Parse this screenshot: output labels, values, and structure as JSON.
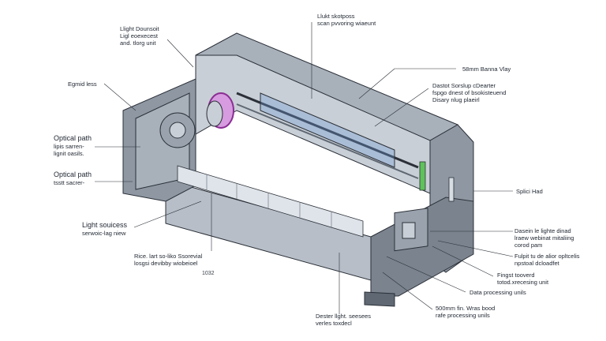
{
  "labels": {
    "l1": "Llight Dounsoit\nLigl eoexecest\nand. tlorg unit",
    "l2": "Llukt skotposs\nscan pvvoring wiaeunt",
    "l3": "Egmid less",
    "l4": "Optical path",
    "l4b": "lipis sarren-\nlignit oasils.",
    "l5": "Optical path",
    "l5b": "tsstt sacrer-",
    "l6": "Light souicess",
    "l6b": "serwoic-lag niew",
    "l7": "Rice. lart so-liko Ssorevial\nlosgsi devibby wiobeioel",
    "l7b": "1032",
    "l8": "58mm Banna Vlay",
    "l9": "Dastot Sorslup cDearter\nfspgo dnest of bsokisteuend\nDisary nlug plaeirl",
    "l10": "Splici Had",
    "l11": "Dasein le lighte dinad\nlraew webinat mitaliing\ncorod pam",
    "l12": "Fulpit tu de alior opltcelis\nnpstoal dcloadfet",
    "l13": "Fingst tooverd\ntotod.xrecesing unit",
    "l14": "Data processing unils",
    "l15": "500mm fin. Wras bood\nrafe processing unils",
    "l16": "Dester llght. seesees\nverles toxdecl"
  },
  "colors": {
    "chassis": "#9aa3ad",
    "chassis_dark": "#5f6873",
    "chassis_light": "#c9cfd6",
    "outline": "#2b3038",
    "accent_magenta": "#c05ac8",
    "accent_green": "#5fc25a",
    "accent_blue": "#6f9bd8"
  }
}
